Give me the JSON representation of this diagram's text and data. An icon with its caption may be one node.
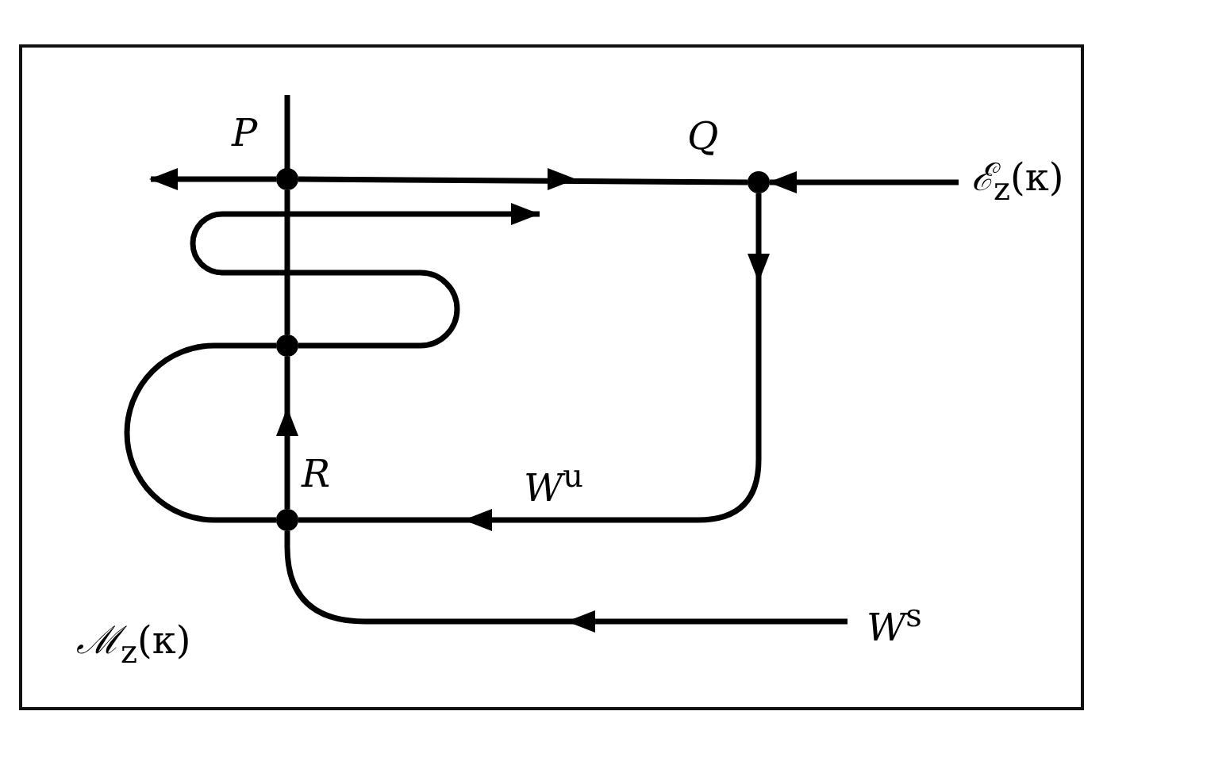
{
  "diagram": {
    "nodes": [
      {
        "text": [],
        "shape": "circle",
        "beside": [
          "P"
        ]
      },
      {
        "text": [],
        "shape": "circle",
        "beside": [
          "Q"
        ]
      },
      {
        "text": [
          "*ℰ*$_{z}$(κ)"
        ]
      },
      {
        "text": [],
        "shape": "circle"
      },
      {
        "text": [],
        "shape": "circle",
        "beside": [
          "R"
        ]
      },
      {
        "text": [
          "*W*$^{s}$"
        ]
      }
    ],
    "edges": [
      {
        "from": 0,
        "to": 1,
        "arrow": "to"
      },
      {
        "from": 2,
        "to": 1,
        "arrow": "to"
      },
      {
        "from": 0,
        "to": null,
        "arrow": "to"
      },
      {
        "from": 1,
        "to": 4,
        "arrow": "to"
      },
      {
        "from": 4,
        "to": 3,
        "arrow": "to"
      },
      {
        "from": 3,
        "to": 0,
        "arrow": "none"
      },
      {
        "from": 5,
        "to": 4,
        "arrow": "to"
      },
      {
        "from": 4,
        "to": 3,
        "arrow": "none"
      },
      {
        "from": 3,
        "to": null,
        "arrow": "to"
      }
    ],
    "labels": [
      "*W*$^{u}$",
      "*ℳ*$_{z}$(κ)"
    ]
  }
}
